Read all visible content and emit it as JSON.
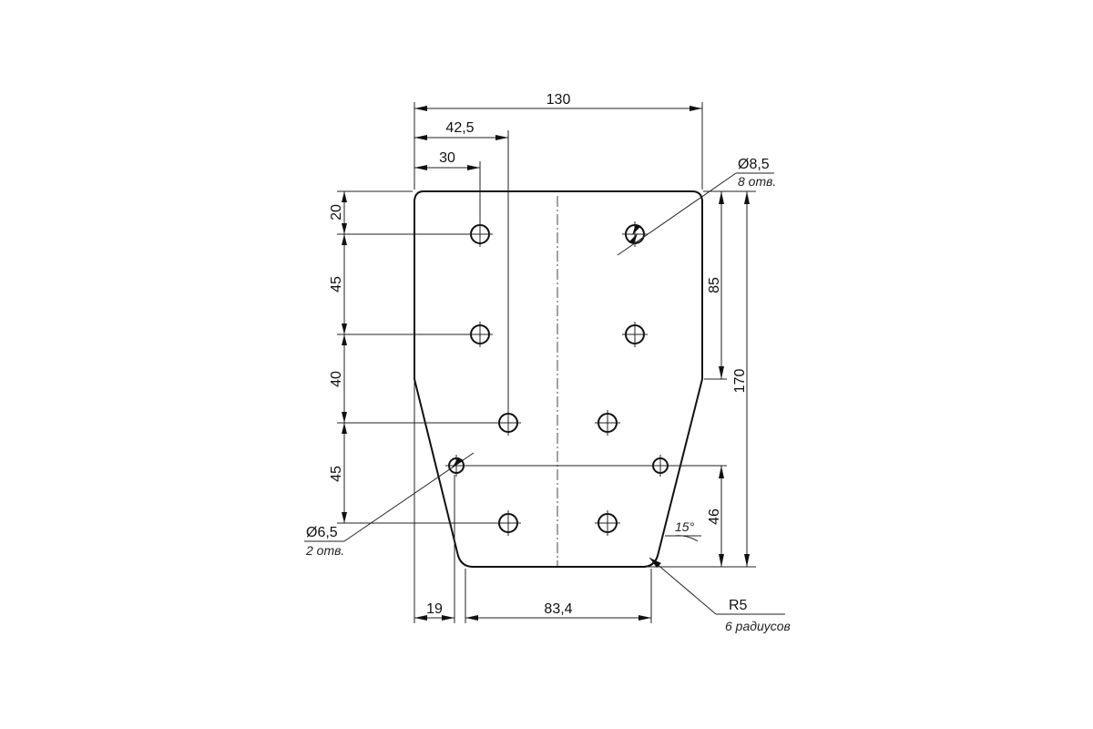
{
  "dimensions": {
    "overall_width": "130",
    "hole_to_left_b": "42,5",
    "hole_to_left_a": "30",
    "top_to_row1": "20",
    "row1_to_row2": "45",
    "row2_to_row3": "40",
    "row3_to_row4": "45",
    "straight_side_height": "85",
    "overall_height": "170",
    "bottom_to_small_holes": "46",
    "bottom_offset": "19",
    "bottom_width": "83,4"
  },
  "callouts": {
    "large_hole_diameter": "Ø8,5",
    "large_hole_count": "8 отв.",
    "small_hole_diameter": "Ø6,5",
    "small_hole_count": "2 отв.",
    "taper_angle": "15°",
    "corner_radius": "R5",
    "corner_radius_count": "6 радиусов"
  }
}
